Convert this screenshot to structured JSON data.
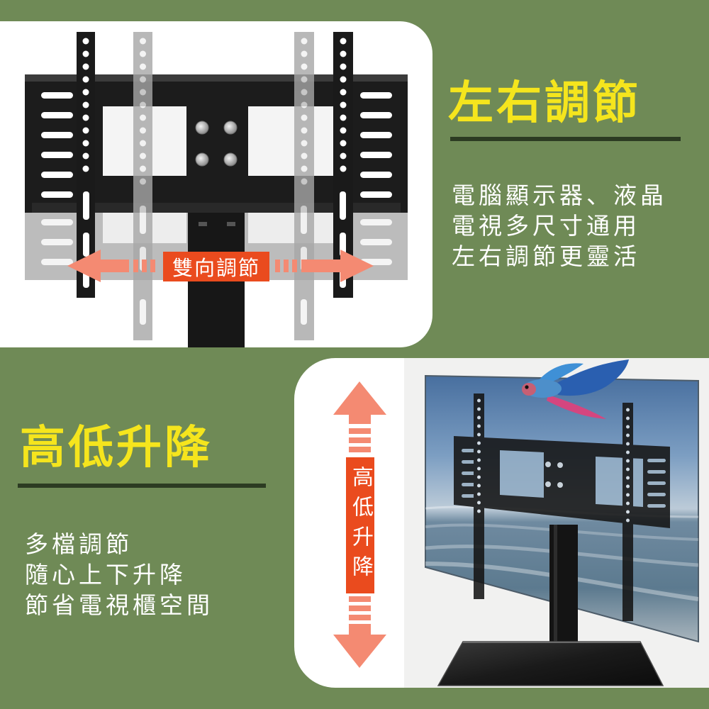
{
  "colors": {
    "background": "#6f8a56",
    "card": "#ffffff",
    "accent_yellow": "#f5e51d",
    "rule": "#2c3b22",
    "badge": "#ea4b1e",
    "arrow": "#f48a72",
    "text_light": "#ffffff"
  },
  "top_card": {
    "badge_label": "雙向調節",
    "icon": "double-arrow-horizontal-icon"
  },
  "feature_horizontal": {
    "title": "左右調節",
    "lines": [
      "電腦顯示器、液晶",
      "電視多尺寸通用",
      "左右調節更靈活"
    ]
  },
  "feature_vertical": {
    "title": "高低升降",
    "lines": [
      "多檔調節",
      "隨心上下升降",
      "節省電視櫃空間"
    ]
  },
  "bottom_card": {
    "badge_label": "高低升降",
    "icon": "double-arrow-vertical-icon"
  }
}
